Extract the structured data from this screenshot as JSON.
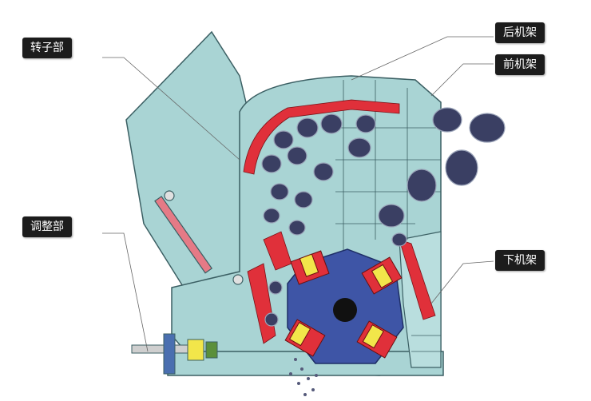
{
  "labels": {
    "rotor": "转子部",
    "adjust": "调整部",
    "rear_frame": "后机架",
    "front_frame": "前机架",
    "lower_frame": "下机架"
  },
  "colors": {
    "frame_fill": "#a9d4d4",
    "frame_stroke": "#3b5f63",
    "rotor_fill": "#3e55a6",
    "hammer_red": "#e0303a",
    "hammer_yellow": "#f2e64a",
    "liner_red": "#e0303a",
    "label_bg": "#1c1c1c",
    "label_text": "#ffffff",
    "rock": "#3a3f63"
  }
}
